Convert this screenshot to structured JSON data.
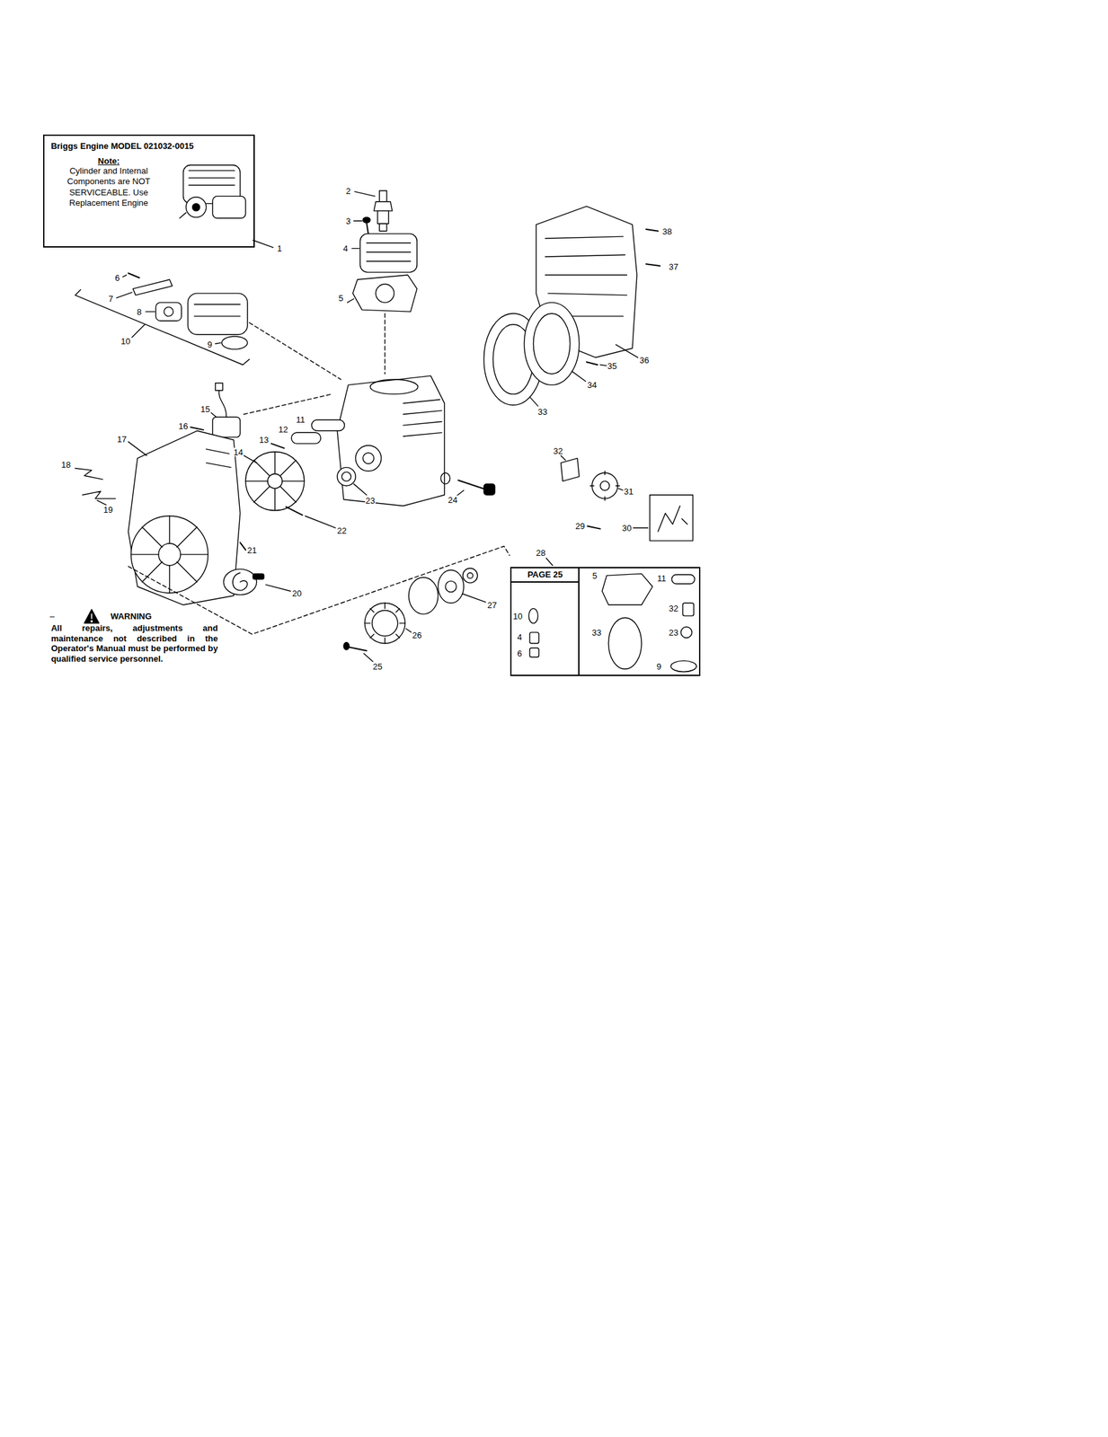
{
  "diagram": {
    "nodes": [
      {
        "text": [
          "Briggs Engine MODEL 021032-0015",
          "Note:",
          "Cylinder and Internal Components are NOT SERVICEABLE. Use Replacement Engine"
        ]
      },
      {
        "text": [
          "PAGE 25"
        ]
      }
    ],
    "labels": [
      "–",
      "WARNING",
      "All repairs, adjustments and maintenance not described in the Operator's Manual must be performed by qualified service personnel.",
      "1",
      "2",
      "3",
      "4",
      "5",
      "6",
      "7",
      "8",
      "9",
      "10",
      "11",
      "12",
      "13",
      "14",
      "15",
      "16",
      "17",
      "18",
      "19",
      "20",
      "21",
      "22",
      "23",
      "24",
      "25",
      "26",
      "27",
      "28",
      "29",
      "30",
      "31",
      "32",
      "33",
      "34",
      "35",
      "36",
      "37",
      "38",
      "10",
      "4",
      "6",
      "5",
      "11",
      "32",
      "23",
      "33",
      "9"
    ]
  }
}
